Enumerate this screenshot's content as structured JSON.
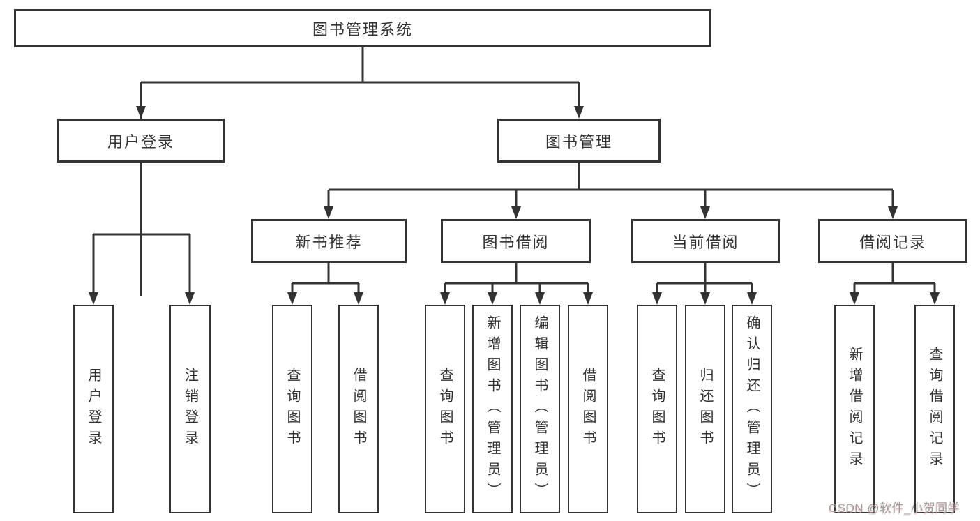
{
  "diagram": {
    "root": {
      "label": "图书管理系统"
    },
    "level2": [
      {
        "label": "用户登录"
      },
      {
        "label": "图书管理"
      }
    ],
    "level3": [
      {
        "label": "新书推荐",
        "parent": "图书管理"
      },
      {
        "label": "图书借阅",
        "parent": "图书管理"
      },
      {
        "label": "当前借阅",
        "parent": "图书管理"
      },
      {
        "label": "借阅记录",
        "parent": "图书管理"
      }
    ],
    "leaves": [
      {
        "label": "用户登录",
        "parent": "用户登录"
      },
      {
        "label": "注销登录",
        "parent": "用户登录"
      },
      {
        "label": "查询图书",
        "parent": "新书推荐"
      },
      {
        "label": "借阅图书",
        "parent": "新书推荐"
      },
      {
        "label": "查询图书",
        "parent": "图书借阅"
      },
      {
        "label": "新增图书（管理员）",
        "parent": "图书借阅"
      },
      {
        "label": "编辑图书（管理员）",
        "parent": "图书借阅"
      },
      {
        "label": "借阅图书",
        "parent": "图书借阅"
      },
      {
        "label": "查询图书",
        "parent": "当前借阅"
      },
      {
        "label": "归还图书",
        "parent": "当前借阅"
      },
      {
        "label": "确认归还（管理员）",
        "parent": "当前借阅"
      },
      {
        "label": "新增借阅记录",
        "parent": "借阅记录"
      },
      {
        "label": "查询借阅记录",
        "parent": "借阅记录"
      }
    ]
  },
  "watermark": {
    "text": "CSDN @软件_小贺同学"
  },
  "colors": {
    "line": "#333333",
    "box_border": "#333333",
    "text": "#333333",
    "background": "#ffffff",
    "watermark": "#9d9d9d"
  }
}
